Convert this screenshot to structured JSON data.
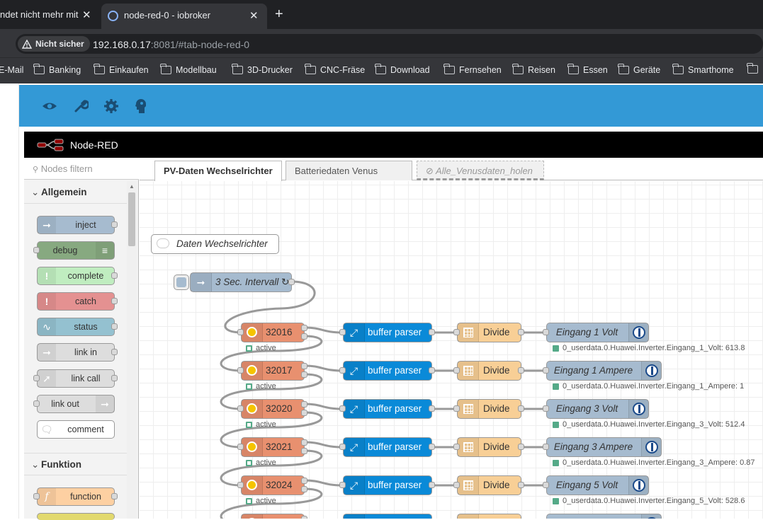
{
  "browser": {
    "tabs": [
      {
        "title": "ndet nicht mehr mit",
        "close": "✕"
      },
      {
        "title": "node-red-0 - iobroker",
        "close": "✕"
      }
    ],
    "new_tab": "+",
    "security_chip": "Nicht sicher",
    "url_host": "192.168.0.17",
    "url_rest": ":8081/#tab-node-red-0",
    "bookmarks": [
      "E-Mail",
      "Banking",
      "Einkaufen",
      "Modellbau",
      "3D-Drucker",
      "CNC-Fräse",
      "Download",
      "Fernsehen",
      "Reisen",
      "Essen",
      "Geräte",
      "Smarthome"
    ]
  },
  "iobroker": {
    "toolbar_icons": [
      "eye-icon",
      "wrench-icon",
      "gear-icon",
      "person-icon"
    ]
  },
  "nodered": {
    "title": "Node-RED",
    "palette": {
      "filter_placeholder": "Nodes filtern",
      "categories": [
        {
          "label": "Allgemein",
          "chevron": "⌄"
        },
        {
          "label": "Funktion",
          "chevron": "⌄"
        }
      ],
      "nodes": [
        "inject",
        "debug",
        "complete",
        "catch",
        "status",
        "link in",
        "link call",
        "link out",
        "comment",
        "function"
      ]
    },
    "workspace_tabs": [
      "PV-Daten Wechselrichter",
      "Batteriedaten Venus",
      "Alle_Venusdaten_holen"
    ],
    "flow": {
      "comment": "Daten Wechselrichter",
      "inject": "3 Sec. Intervall ↻",
      "rows": [
        {
          "reg": "32016",
          "status": "active",
          "parser": "buffer parser",
          "divide": "Divide",
          "out": "Eingang 1 Volt",
          "value": "0_userdata.0.Huawei.Inverter.Eingang_1_Volt: 613.8"
        },
        {
          "reg": "32017",
          "status": "active",
          "parser": "buffer parser",
          "divide": "Divide",
          "out": "Eingang 1 Ampere",
          "value": "0_userdata.0.Huawei.Inverter.Eingang_1_Ampere: 1"
        },
        {
          "reg": "32020",
          "status": "active",
          "parser": "buffer parser",
          "divide": "Divide",
          "out": "Eingang 3 Volt",
          "value": "0_userdata.0.Huawei.Inverter.Eingang_3_Volt: 512.4"
        },
        {
          "reg": "32021",
          "status": "active",
          "parser": "buffer parser",
          "divide": "Divide",
          "out": "Eingang 3 Ampere",
          "value": "0_userdata.0.Huawei.Inverter.Eingang_3_Ampere: 0.87"
        },
        {
          "reg": "32024",
          "status": "active",
          "parser": "buffer parser",
          "divide": "Divide",
          "out": "Eingang 5 Volt",
          "value": "0_userdata.0.Huawei.Inverter.Eingang_5_Volt: 528.6"
        }
      ]
    }
  },
  "colors": {
    "modbus": "#e8906f",
    "parser": "#0a8ad8",
    "divide": "#f8cf96",
    "iobroker_out": "#a6bbcf",
    "header_blue": "#3399d6"
  }
}
